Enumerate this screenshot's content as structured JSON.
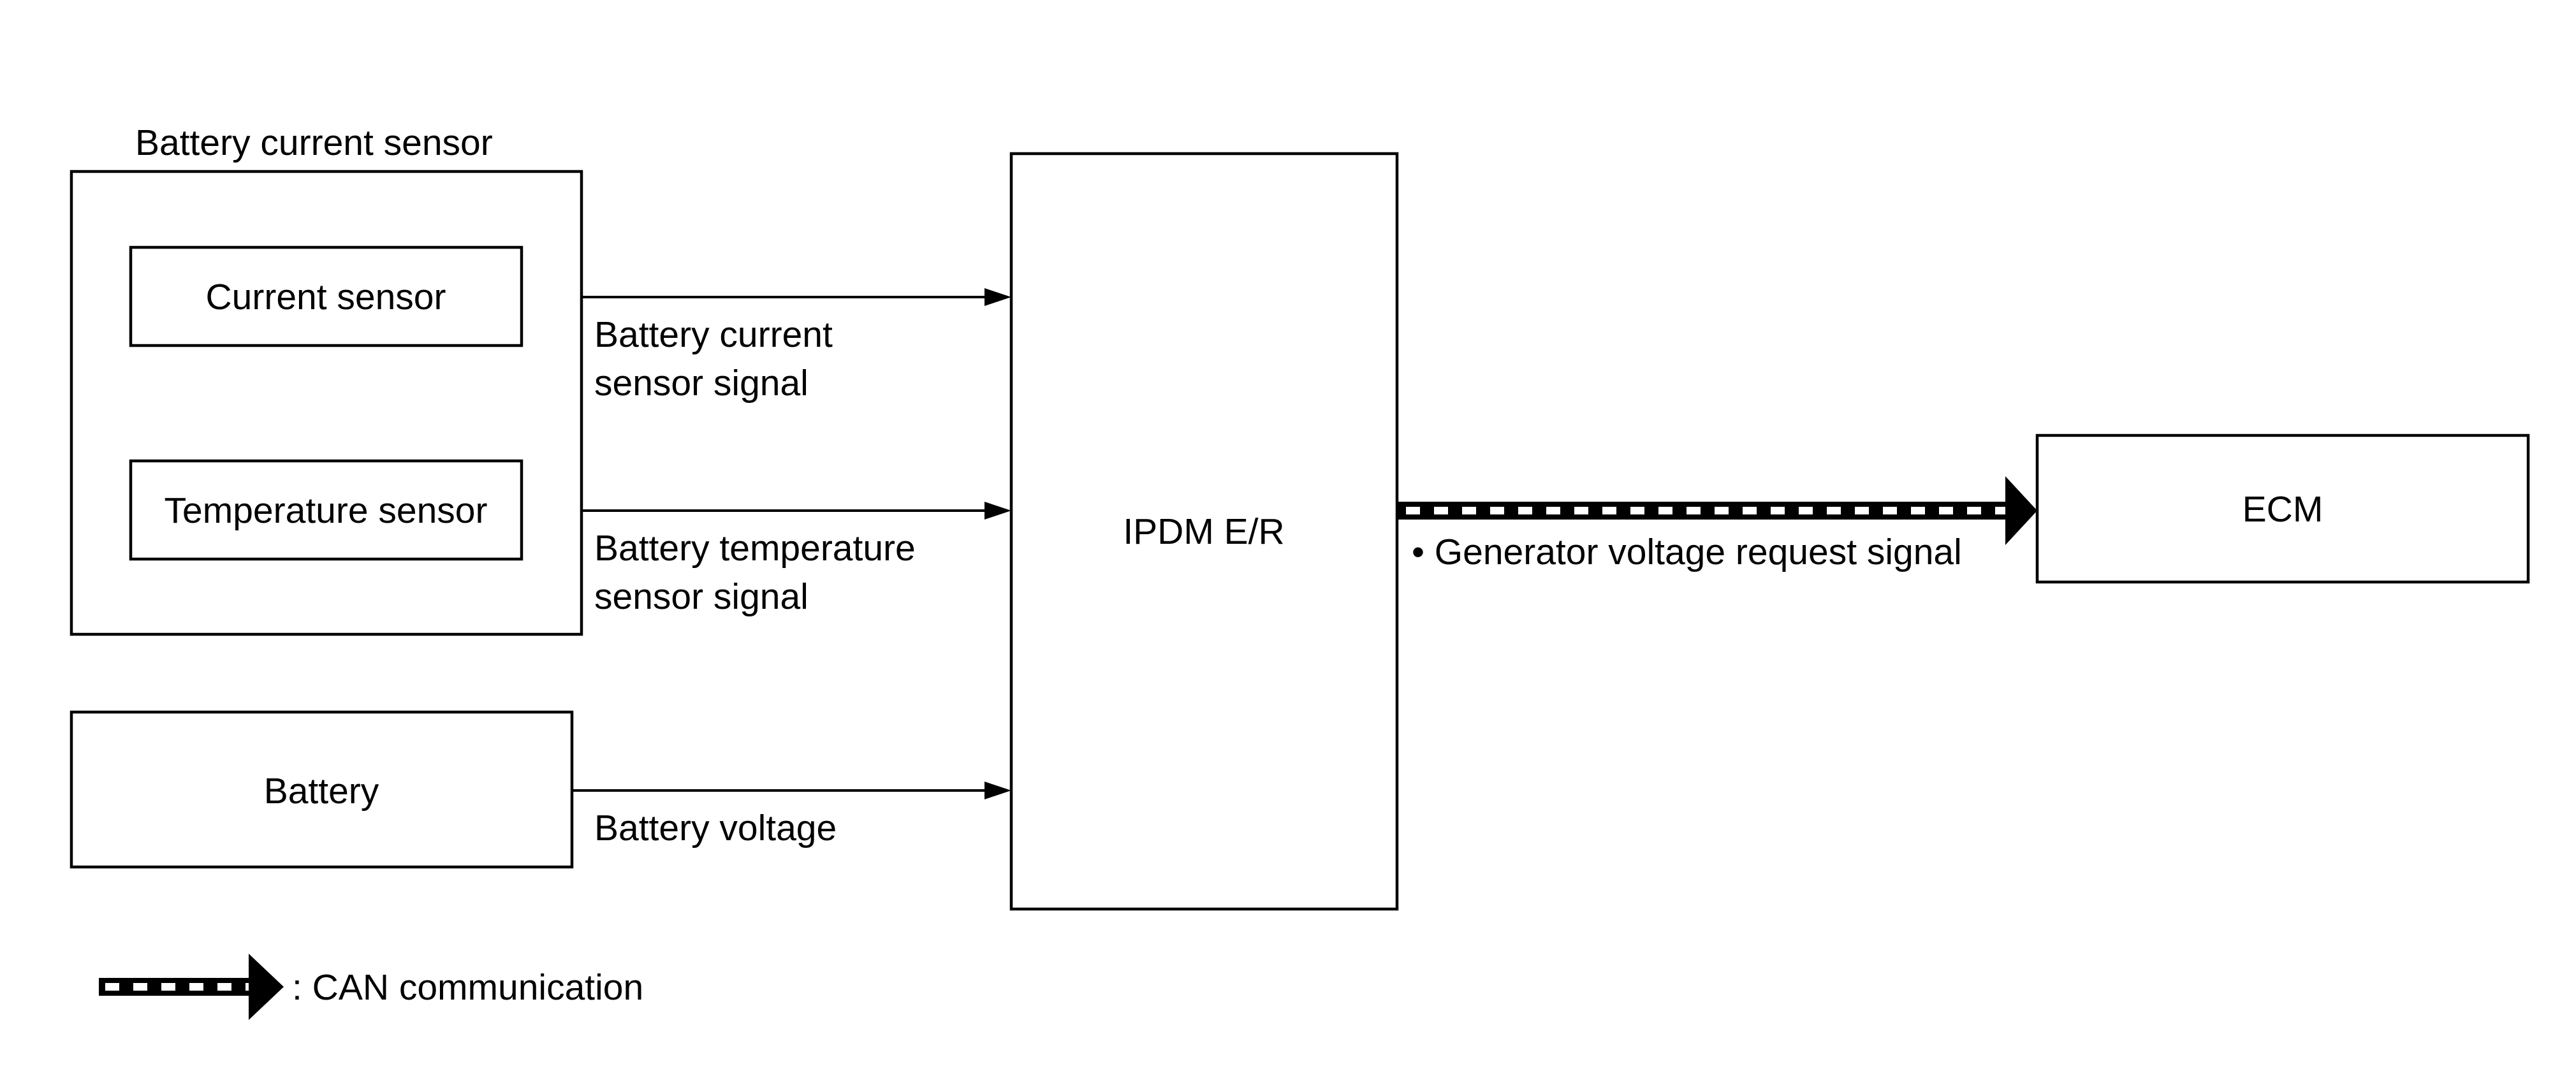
{
  "blocks": {
    "battery_current_sensor": {
      "label": "Battery current sensor"
    },
    "current_sensor": {
      "label": "Current sensor"
    },
    "temperature_sensor": {
      "label": "Temperature sensor"
    },
    "battery": {
      "label": "Battery"
    },
    "ipdm": {
      "label": "IPDM E/R"
    },
    "ecm": {
      "label": "ECM"
    }
  },
  "signals": {
    "battery_current": {
      "line1": "Battery current",
      "line2": "sensor signal"
    },
    "battery_temperature": {
      "line1": "Battery temperature",
      "line2": "sensor signal"
    },
    "battery_voltage": {
      "label": "Battery voltage"
    },
    "generator_voltage": {
      "label": "• Generator voltage request signal"
    }
  },
  "legend": {
    "can_label": ": CAN communication"
  },
  "colors": {
    "line": "#000000",
    "background": "#ffffff",
    "can_dash": "#ffffff"
  }
}
